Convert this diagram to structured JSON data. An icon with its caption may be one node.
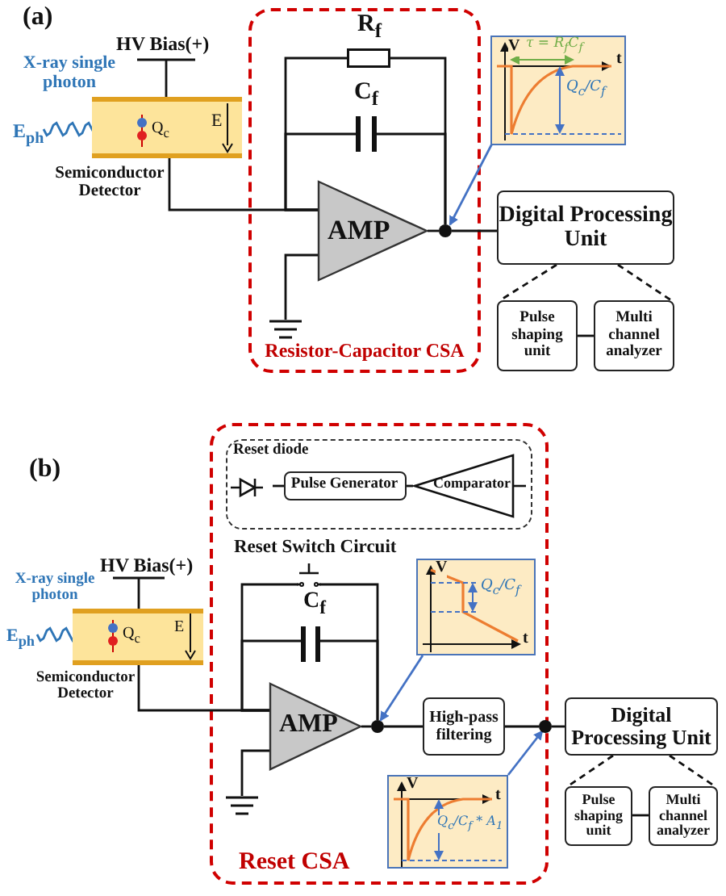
{
  "diagram": {
    "nodes": [
      {
        "text": [
          "Resistor-Capacitor CSA"
        ]
      },
      {
        "text": [
          "HV Bias(+)"
        ]
      },
      {
        "text": [
          "Semiconductor Detector"
        ]
      },
      {
        "text": [
          "E$_{ph}$"
        ],
        "beside": [
          "X-ray single photon"
        ]
      },
      {
        "text": [
          "Q$_{c}$"
        ],
        "in": 2
      },
      {
        "text": [
          "R$_{f}$"
        ],
        "in": 0
      },
      {
        "text": [
          "C$_{f}$"
        ],
        "in": 0
      },
      {
        "text": [
          "AMP"
        ],
        "in": 0
      },
      {
        "text": [],
        "shape": "ground",
        "in": 0
      },
      {
        "text": [],
        "shape": "circle",
        "in": 0
      },
      {
        "text": [
          "V",
          "τ = R$_{f}$C$_{f}$",
          "t",
          "Q$_{c}$/C$_{f}$"
        ]
      },
      {
        "text": [
          "Digital Processing Unit"
        ]
      },
      {
        "text": [
          "Pulse shaping unit"
        ]
      },
      {
        "text": [
          "Multi channel analyzer"
        ]
      },
      {
        "text": [
          "HV Bias(+)"
        ]
      },
      {
        "text": [
          "Semiconductor Detector"
        ]
      },
      {
        "text": [
          "E$_{ph}$"
        ],
        "beside": [
          "X-ray single photon"
        ]
      },
      {
        "text": [
          "Q$_{c}$"
        ],
        "in": 15
      },
      {
        "text": [
          "Reset CSA"
        ]
      },
      {
        "text": [],
        "shape": "box",
        "in": 18
      },
      {
        "text": [
          "Reset diode"
        ],
        "in": 19
      },
      {
        "text": [
          "Pulse Generator"
        ],
        "in": 19
      },
      {
        "text": [
          "Comparator"
        ],
        "in": 19
      },
      {
        "text": [
          "Reset Switch Circuit"
        ],
        "in": 18
      },
      {
        "text": [
          "C$_{f}$"
        ],
        "in": 18
      },
      {
        "text": [
          "AMP"
        ],
        "in": 18
      },
      {
        "text": [],
        "shape": "ground",
        "in": 18
      },
      {
        "text": [],
        "shape": "circle",
        "in": 18
      },
      {
        "text": [
          "V",
          "Q$_{c}$/C$_{f}$",
          "t"
        ],
        "in": 18
      },
      {
        "text": [
          "High-pass filtering"
        ],
        "in": 18
      },
      {
        "text": [
          "V",
          "t",
          "Q$_{c}$/C$_{f}$ * A$_{1}$"
        ],
        "in": 18
      },
      {
        "text": [],
        "shape": "circle"
      },
      {
        "text": [
          "Digital Processing Unit"
        ]
      },
      {
        "text": [
          "Pulse shaping unit"
        ]
      },
      {
        "text": [
          "Multi channel analyzer"
        ]
      }
    ],
    "edges": [
      {
        "from": 1,
        "to": 2,
        "arrow": "none"
      },
      {
        "from": 3,
        "to": 4,
        "arrow": "to",
        "color": "#2e75b6"
      },
      {
        "from": 2,
        "to": 7,
        "arrow": "none"
      },
      {
        "from": 5,
        "to": 7,
        "arrow": "none"
      },
      {
        "from": 5,
        "to": 9,
        "arrow": "none"
      },
      {
        "from": 6,
        "to": 7,
        "arrow": "none"
      },
      {
        "from": 6,
        "to": 9,
        "arrow": "none"
      },
      {
        "from": 7,
        "to": 9,
        "arrow": "none"
      },
      {
        "from": 7,
        "to": 8,
        "arrow": "none"
      },
      {
        "from": 10,
        "to": 9,
        "arrow": "to",
        "color": "#4472c4"
      },
      {
        "from": 9,
        "to": 11,
        "arrow": "none"
      },
      {
        "from": 11,
        "to": 12,
        "arrow": "none",
        "style": "dashed"
      },
      {
        "from": 11,
        "to": 13,
        "arrow": "none",
        "style": "dashed"
      },
      {
        "from": 12,
        "to": 13,
        "arrow": "none"
      },
      {
        "from": 14,
        "to": 15,
        "arrow": "none"
      },
      {
        "from": 16,
        "to": 17,
        "arrow": "to",
        "color": "#2e75b6"
      },
      {
        "from": 15,
        "to": 25,
        "arrow": "none"
      },
      {
        "from": 23,
        "to": 25,
        "arrow": "none"
      },
      {
        "from": 23,
        "to": 27,
        "arrow": "none"
      },
      {
        "from": 24,
        "to": 25,
        "arrow": "none"
      },
      {
        "from": 24,
        "to": 27,
        "arrow": "none"
      },
      {
        "from": 25,
        "to": 27,
        "arrow": "none"
      },
      {
        "from": 25,
        "to": 26,
        "arrow": "none"
      },
      {
        "from": 28,
        "to": 27,
        "arrow": "to",
        "color": "#4472c4"
      },
      {
        "from": 27,
        "to": 29,
        "arrow": "none"
      },
      {
        "from": 29,
        "to": 31,
        "arrow": "none"
      },
      {
        "from": 30,
        "to": 31,
        "arrow": "to",
        "color": "#4472c4"
      },
      {
        "from": 31,
        "to": 32,
        "arrow": "none"
      },
      {
        "from": 32,
        "to": 33,
        "arrow": "none",
        "style": "dashed"
      },
      {
        "from": 32,
        "to": 34,
        "arrow": "none",
        "style": "dashed"
      },
      {
        "from": 33,
        "to": 34,
        "arrow": "none"
      },
      {
        "from": 22,
        "to": 21,
        "arrow": "none"
      },
      {
        "from": 21,
        "to": 20,
        "arrow": "none"
      }
    ],
    "labels": [
      "(a)",
      "E",
      "(b)",
      "E"
    ]
  }
}
